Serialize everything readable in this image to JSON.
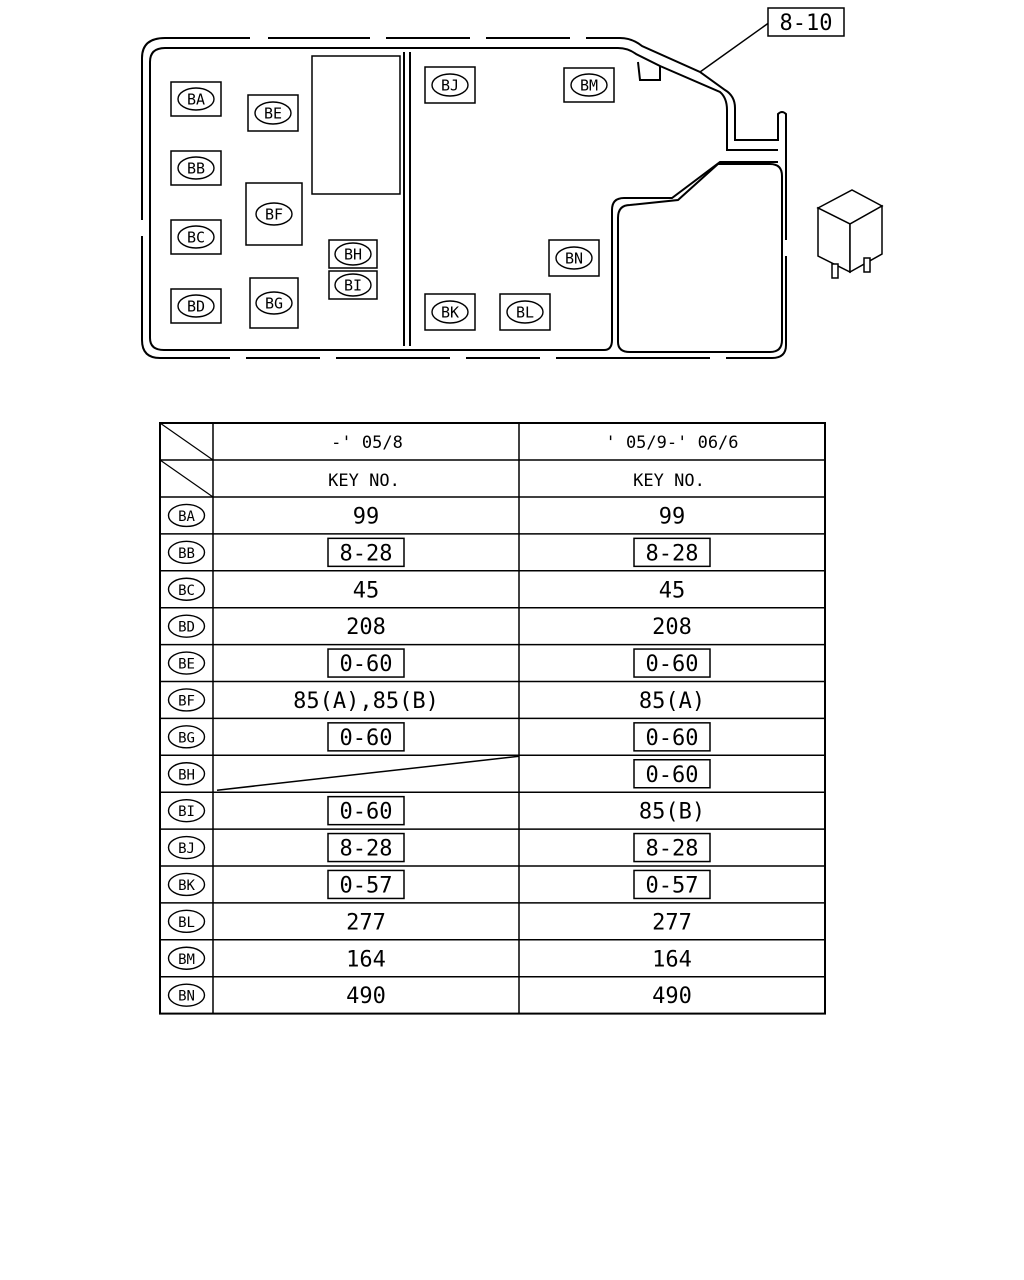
{
  "diagram": {
    "reference_label": "8-10",
    "relay_icon": "relay-icon",
    "positions": [
      {
        "code": "BA",
        "boxed": true
      },
      {
        "code": "BB",
        "boxed": true
      },
      {
        "code": "BC",
        "boxed": true
      },
      {
        "code": "BD",
        "boxed": true
      },
      {
        "code": "BE",
        "boxed": true
      },
      {
        "code": "BF",
        "boxed": true
      },
      {
        "code": "BG",
        "boxed": true
      },
      {
        "code": "BH",
        "boxed": true
      },
      {
        "code": "BI",
        "boxed": true
      },
      {
        "code": "BJ",
        "boxed": true
      },
      {
        "code": "BK",
        "boxed": true
      },
      {
        "code": "BL",
        "boxed": true
      },
      {
        "code": "BM",
        "boxed": true
      },
      {
        "code": "BN",
        "boxed": true
      }
    ]
  },
  "table": {
    "columns": [
      "-' 05/8",
      "' 05/9-' 06/6"
    ],
    "subheader": [
      "KEY NO.",
      "KEY NO."
    ],
    "rows": [
      {
        "code": "BA",
        "c1": {
          "text": "99",
          "boxed": false
        },
        "c2": {
          "text": "99",
          "boxed": false
        }
      },
      {
        "code": "BB",
        "c1": {
          "text": "8-28",
          "boxed": true
        },
        "c2": {
          "text": "8-28",
          "boxed": true
        }
      },
      {
        "code": "BC",
        "c1": {
          "text": "45",
          "boxed": false
        },
        "c2": {
          "text": "45",
          "boxed": false
        }
      },
      {
        "code": "BD",
        "c1": {
          "text": "208",
          "boxed": false
        },
        "c2": {
          "text": "208",
          "boxed": false
        }
      },
      {
        "code": "BE",
        "c1": {
          "text": "0-60",
          "boxed": true
        },
        "c2": {
          "text": "0-60",
          "boxed": true
        }
      },
      {
        "code": "BF",
        "c1": {
          "text": "85(A),85(B)",
          "boxed": false
        },
        "c2": {
          "text": "85(A)",
          "boxed": false
        }
      },
      {
        "code": "BG",
        "c1": {
          "text": "0-60",
          "boxed": true
        },
        "c2": {
          "text": "0-60",
          "boxed": true
        }
      },
      {
        "code": "BH",
        "c1": {
          "text": "",
          "boxed": false,
          "na": true
        },
        "c2": {
          "text": "0-60",
          "boxed": true
        }
      },
      {
        "code": "BI",
        "c1": {
          "text": "0-60",
          "boxed": true
        },
        "c2": {
          "text": "85(B)",
          "boxed": false
        }
      },
      {
        "code": "BJ",
        "c1": {
          "text": "8-28",
          "boxed": true
        },
        "c2": {
          "text": "8-28",
          "boxed": true
        }
      },
      {
        "code": "BK",
        "c1": {
          "text": "0-57",
          "boxed": true
        },
        "c2": {
          "text": "0-57",
          "boxed": true
        }
      },
      {
        "code": "BL",
        "c1": {
          "text": "277",
          "boxed": false
        },
        "c2": {
          "text": "277",
          "boxed": false
        }
      },
      {
        "code": "BM",
        "c1": {
          "text": "164",
          "boxed": false
        },
        "c2": {
          "text": "164",
          "boxed": false
        }
      },
      {
        "code": "BN",
        "c1": {
          "text": "490",
          "boxed": false
        },
        "c2": {
          "text": "490",
          "boxed": false
        }
      }
    ]
  }
}
